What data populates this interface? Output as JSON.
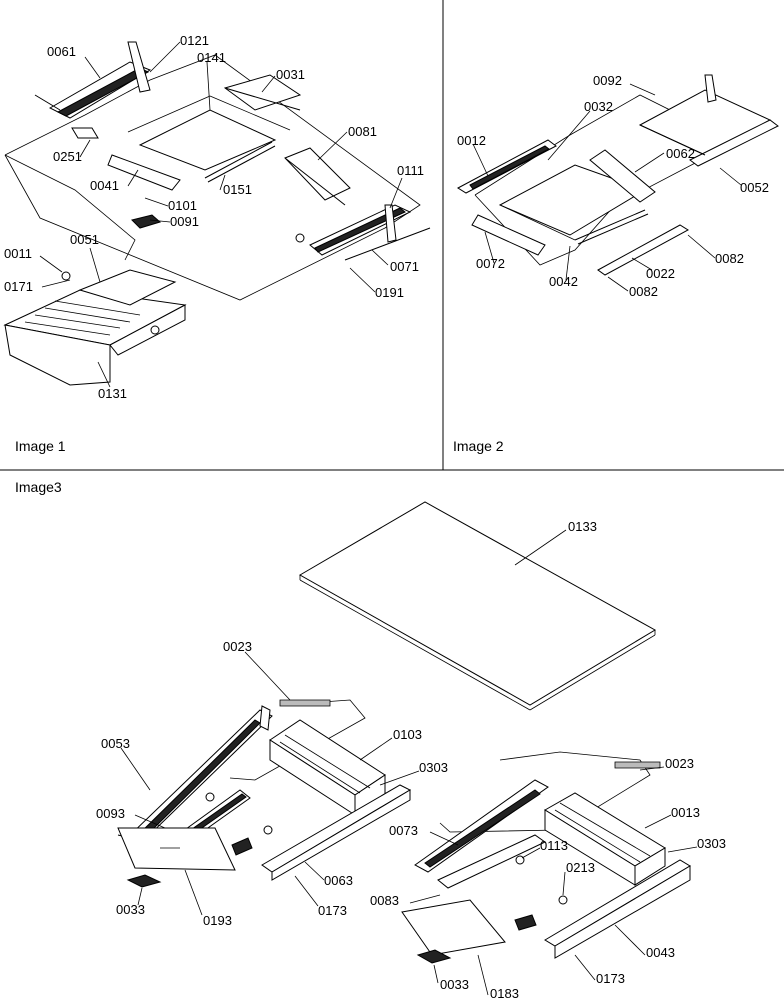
{
  "panels": {
    "image1": {
      "caption": "Image 1",
      "callouts": [
        "0061",
        "0121",
        "0141",
        "0031",
        "0081",
        "0251",
        "0041",
        "0151",
        "0101",
        "0091",
        "0111",
        "0011",
        "0051",
        "0171",
        "0071",
        "0191",
        "0131"
      ]
    },
    "image2": {
      "caption": "Image 2",
      "callouts": [
        "0092",
        "0032",
        "0012",
        "0062",
        "0052",
        "0072",
        "0042",
        "0022",
        "0082",
        "0082"
      ]
    },
    "image3": {
      "caption": "Image3",
      "callouts": [
        "0133",
        "0023",
        "0053",
        "0103",
        "0303",
        "0093",
        "0063",
        "0033",
        "0193",
        "0173",
        "0023",
        "0013",
        "0073",
        "0113",
        "0303",
        "0213",
        "0083",
        "0043",
        "0173",
        "0033",
        "0183"
      ]
    }
  }
}
